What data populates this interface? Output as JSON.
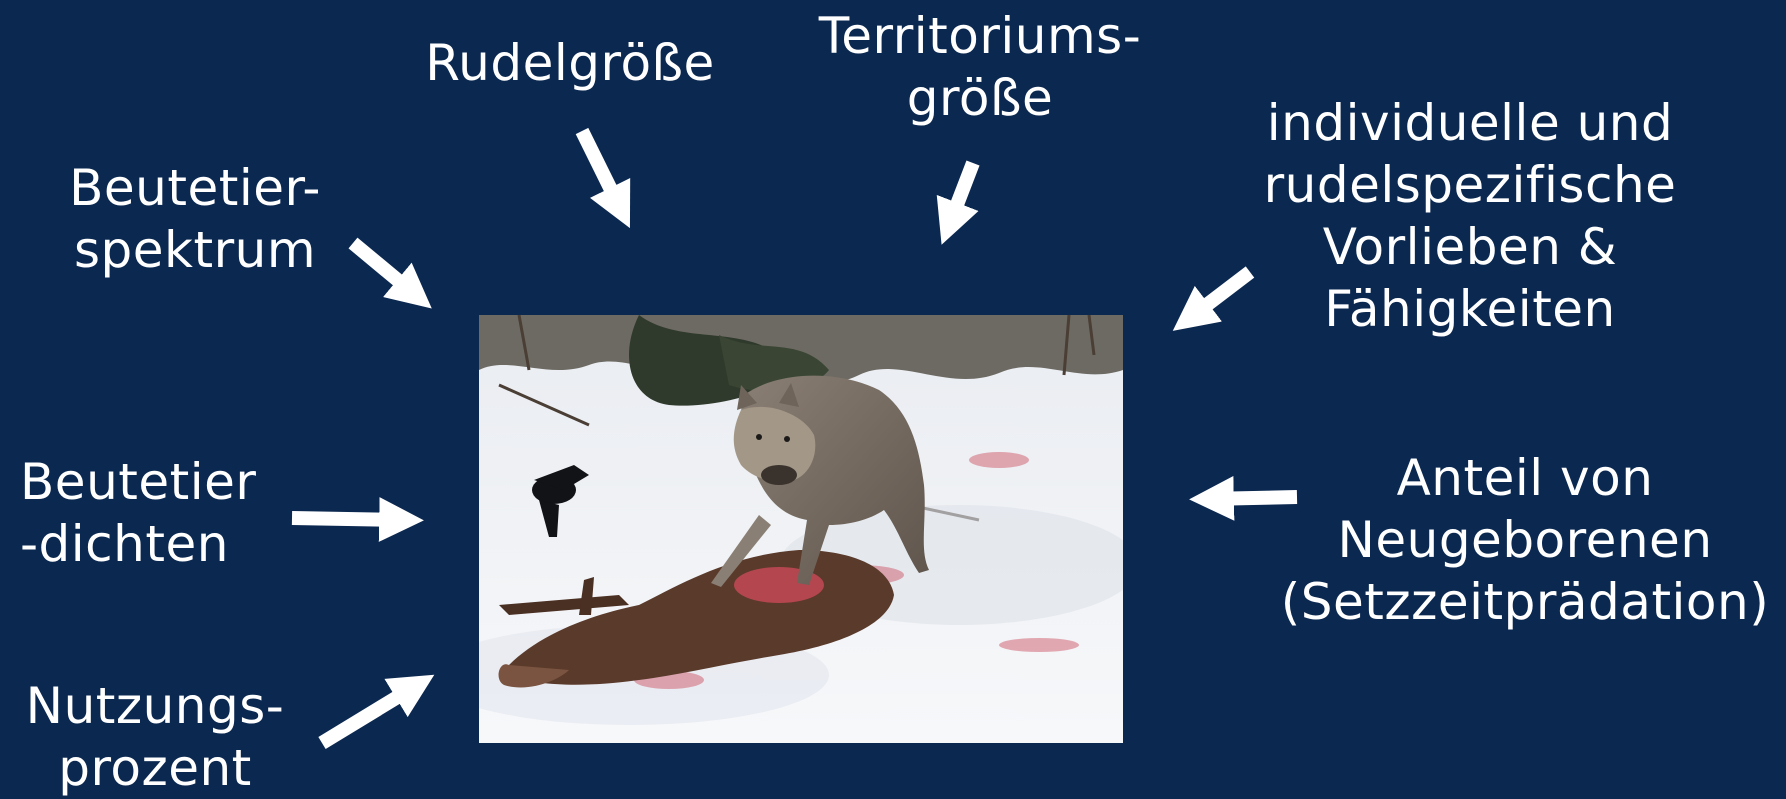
{
  "factors": {
    "rudelgroesse": [
      "Rudelgröße"
    ],
    "territoriumsgroesse": [
      "Territoriums-",
      "größe"
    ],
    "vorlieben": [
      "individuelle und",
      "rudelspezifische",
      "Vorlieben &",
      "Fähigkeiten"
    ],
    "beutetierspektrum": [
      "Beutetier-",
      "spektrum"
    ],
    "beutetierdichten": [
      "Beutetier",
      "-dichten"
    ],
    "neugeborene": [
      "Anteil von",
      "Neugeborenen",
      "(Setzzeitprädation)"
    ],
    "nutzungsprozent": [
      "Nutzungs-",
      "prozent"
    ]
  },
  "colors": {
    "background": "#0b2850",
    "text": "#ffffff",
    "arrow": "#ffffff"
  },
  "photo": {
    "subject": "wolf feeding on deer carcass in snow with raven"
  }
}
